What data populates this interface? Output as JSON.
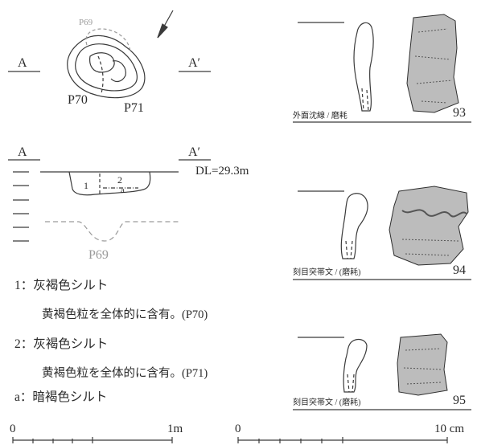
{
  "plan": {
    "label_a": "A",
    "label_a_prime": "A′",
    "p69": "P69",
    "p70": "P70",
    "p71": "P71"
  },
  "section": {
    "label_a": "A",
    "label_a_prime": "A′",
    "datum": "DL=29.3m",
    "layer_1": "1",
    "layer_2": "2",
    "layer_a": "a",
    "p69": "P69"
  },
  "legend": [
    {
      "label": "1：灰褐色シルト",
      "note": "黄褐色粒を全体的に含有。(P70)"
    },
    {
      "label": "2：灰褐色シルト",
      "note": "黄褐色粒を全体的に含有。(P71)"
    },
    {
      "label": "a：暗褐色シルト"
    }
  ],
  "sherds": [
    {
      "caption": "外面沈線 / 磨耗",
      "number": "93"
    },
    {
      "caption": "刻目突帯文 / (磨耗)",
      "number": "94"
    },
    {
      "caption": "刻目突帯文 / (磨耗)",
      "number": "95"
    }
  ],
  "scales": {
    "left_zero": "0",
    "left_end": "1m",
    "right_zero": "0",
    "right_end": "10 cm"
  }
}
